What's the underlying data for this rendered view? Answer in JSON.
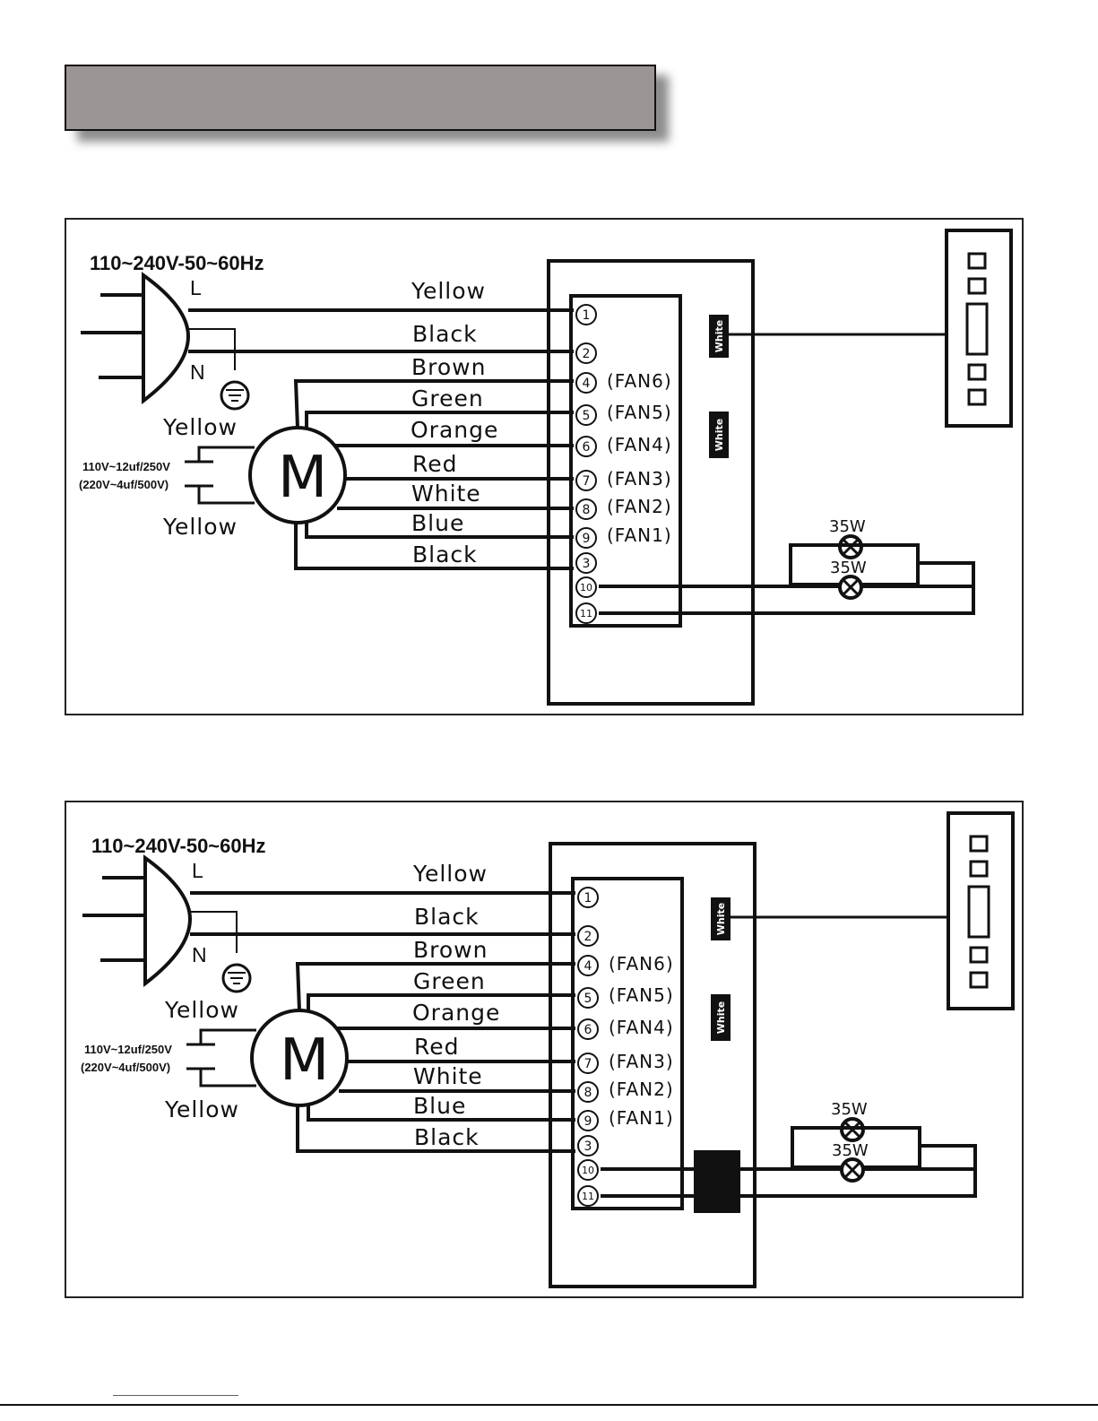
{
  "header": {
    "title": ""
  },
  "diagrams": [
    {
      "id": "diagram-1",
      "supply": "110~240V-50~60Hz",
      "line_label": "L",
      "neutral_label": "N",
      "motor_label": "M",
      "motor_top_wire": "Yellow",
      "motor_bottom_wire": "Yellow",
      "capacitor_line1": "110V~12uf/250V",
      "capacitor_line2": "(220V~4uf/500V)",
      "wires": [
        "Yellow",
        "Black",
        "Brown",
        "Green",
        "Orange",
        "Red",
        "White",
        "Blue",
        "Black"
      ],
      "terminals": [
        "1",
        "2",
        "4",
        "5",
        "6",
        "7",
        "8",
        "9",
        "3",
        "10",
        "11"
      ],
      "fan_speeds": [
        "(FAN6)",
        "(FAN5)",
        "(FAN4)",
        "(FAN3)",
        "(FAN2)",
        "(FAN1)"
      ],
      "connector_labels": [
        "White",
        "White"
      ],
      "lamps": [
        "35W",
        "35W"
      ],
      "has_transformer": false
    },
    {
      "id": "diagram-2",
      "supply": "110~240V-50~60Hz",
      "line_label": "L",
      "neutral_label": "N",
      "motor_label": "M",
      "motor_top_wire": "Yellow",
      "motor_bottom_wire": "Yellow",
      "capacitor_line1": "110V~12uf/250V",
      "capacitor_line2": "(220V~4uf/500V)",
      "wires": [
        "Yellow",
        "Black",
        "Brown",
        "Green",
        "Orange",
        "Red",
        "White",
        "Blue",
        "Black"
      ],
      "terminals": [
        "1",
        "2",
        "4",
        "5",
        "6",
        "7",
        "8",
        "9",
        "3",
        "10",
        "11"
      ],
      "fan_speeds": [
        "(FAN6)",
        "(FAN5)",
        "(FAN4)",
        "(FAN3)",
        "(FAN2)",
        "(FAN1)"
      ],
      "connector_labels": [
        "White",
        "White"
      ],
      "lamps": [
        "35W",
        "35W"
      ],
      "has_transformer": true
    }
  ]
}
